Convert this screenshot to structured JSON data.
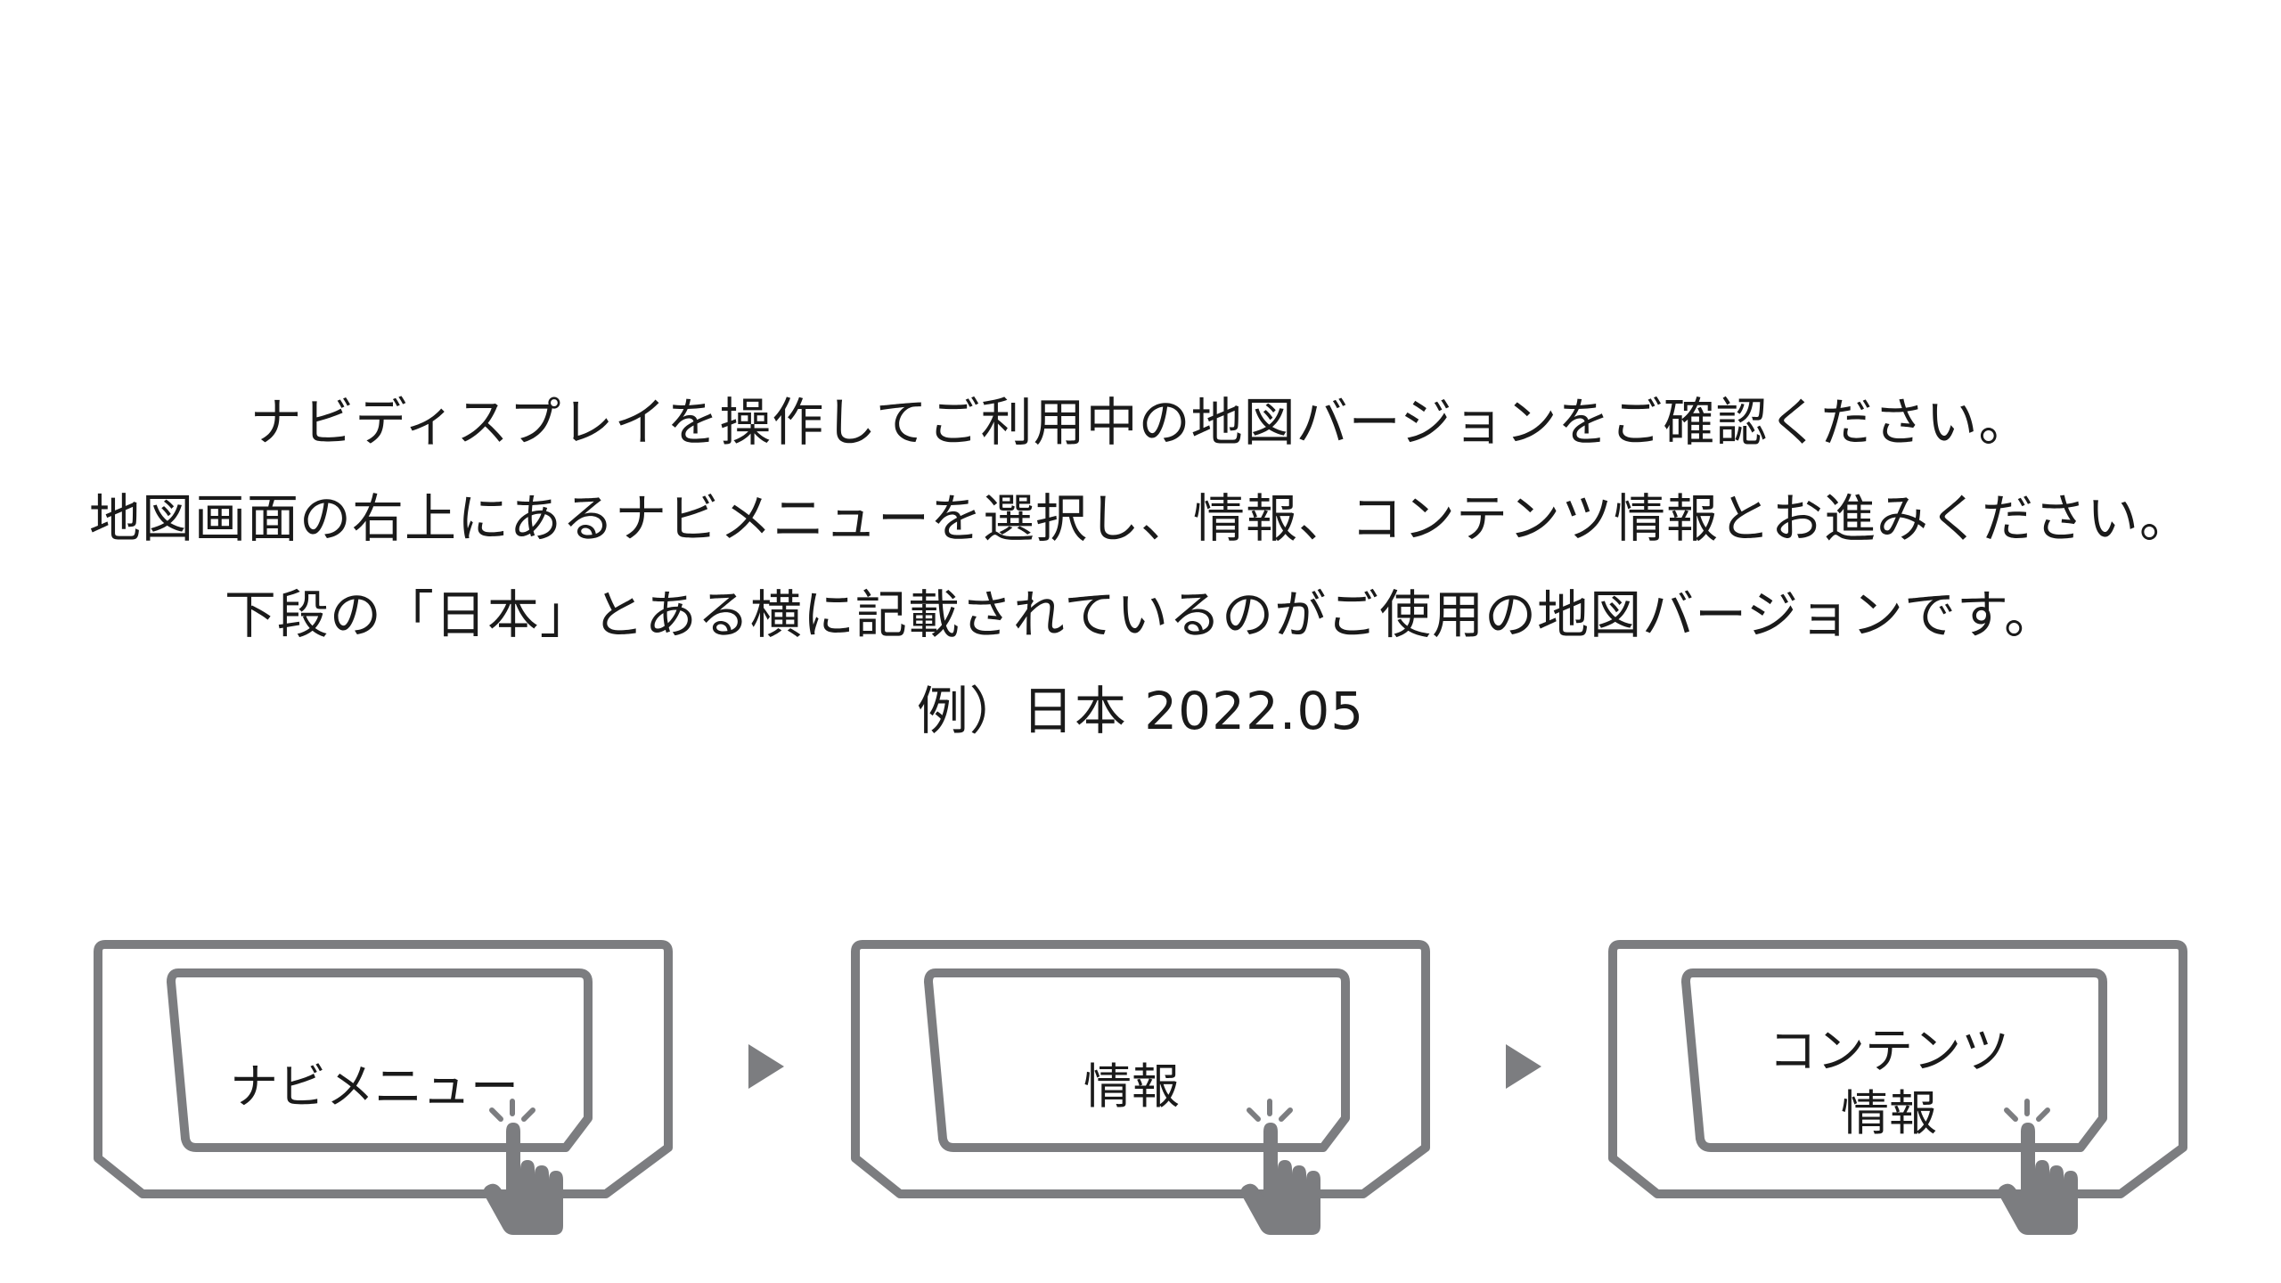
{
  "instructions": {
    "line1": "ナビディスプレイを操作してご利用中の地図バージョンをご確認ください。",
    "line2": "地図画面の右上にあるナビメニューを選択し、情報、コンテンツ情報とお進みください。",
    "line3": "下段の「日本」とある横に記載されているのがご使用の地図バージョンです。",
    "line4": "例）日本 2022.05"
  },
  "steps": [
    {
      "label_line1": "ナビメニュー",
      "label_line2": "",
      "icon": "tap-hand-icon"
    },
    {
      "label_line1": "情報",
      "label_line2": "",
      "icon": "tap-hand-icon"
    },
    {
      "label_line1": "コンテンツ",
      "label_line2": "情報",
      "icon": "tap-hand-icon"
    }
  ],
  "arrows": [
    "next-arrow-icon",
    "next-arrow-icon"
  ],
  "colors": {
    "frame": "#7c7d80",
    "text": "#1a1a1a",
    "background": "#ffffff"
  }
}
